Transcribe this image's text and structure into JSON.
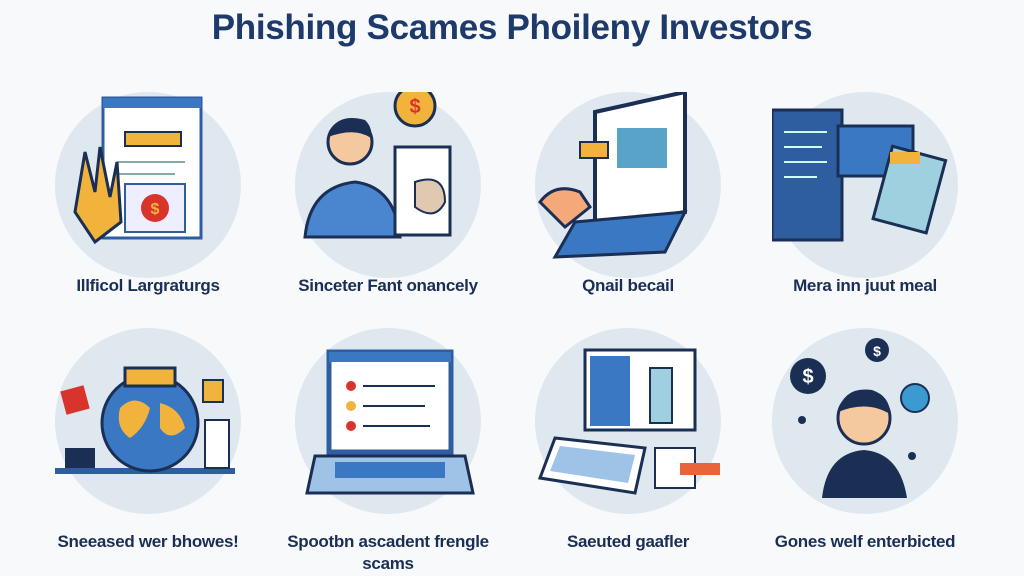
{
  "title": "Phishing Scames Phoileny Investors",
  "items": [
    {
      "label": "Illficol Largraturgs",
      "icon": "hand-document-icon"
    },
    {
      "label": "Sinceter Fant onancely",
      "icon": "person-dollar-icon"
    },
    {
      "label": "Qnail becail",
      "icon": "laptop-hand-icon"
    },
    {
      "label": "Mera inn juut meal",
      "icon": "documents-icon"
    },
    {
      "label": "Sneeased wer bhowes!",
      "icon": "globe-icon"
    },
    {
      "label": "Spootbn ascadent frengle scams",
      "icon": "laptop-list-icon"
    },
    {
      "label": "Saeuted gaafler",
      "icon": "keyboard-screen-icon"
    },
    {
      "label": "Gones welf enterbicted",
      "icon": "person-network-icon"
    }
  ],
  "colors": {
    "title": "#1d3a6b",
    "circle": "#dfe8ef",
    "accent": "#f2b33d",
    "blue": "#3b78c4"
  }
}
